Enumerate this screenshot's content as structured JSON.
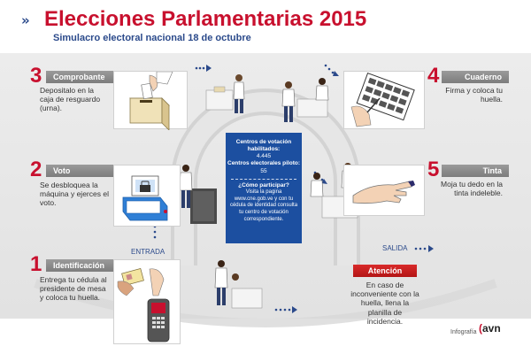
{
  "header": {
    "title": "Elecciones Parlamentarias 2015",
    "subtitle": "Simulacro electoral nacional 18 de octubre",
    "chevron": "»"
  },
  "steps": [
    {
      "number": "1",
      "label": "Identificación",
      "description": "Entrega tu cédula al presidente de mesa y coloca tu huella.",
      "icon": "id-card-fingerprint-icon"
    },
    {
      "number": "2",
      "label": "Voto",
      "description": "Se desbloquea la máquina y ejerces el voto.",
      "icon": "voting-machine-icon"
    },
    {
      "number": "3",
      "label": "Comprobante",
      "description": "Depositalo en la caja de resguardo (urna).",
      "icon": "ballot-box-icon"
    },
    {
      "number": "4",
      "label": "Cuaderno",
      "description": "Firma y coloca tu huella.",
      "icon": "notebook-signature-icon"
    },
    {
      "number": "5",
      "label": "Tinta",
      "description": "Moja tu dedo en la tinta indeleble.",
      "icon": "ink-finger-icon"
    }
  ],
  "attention": {
    "label": "Atención",
    "description": "En caso de inconveniente con la huella, llena la planilla de incidencia."
  },
  "info": {
    "centers_label": "Centros de votación habilitados:",
    "centers_value": "4.445",
    "pilot_label": "Centros electorales piloto:",
    "pilot_value": "55",
    "question": "¿Cómo participar?",
    "instructions": "Visita la pagina www.cne.gob.ve y con tu cédula de identidad consulta tu centro de votación correspondiente."
  },
  "path_labels": {
    "entrada": "ENTRADA",
    "salida": "SALIDA"
  },
  "credit": {
    "text": "Infografía",
    "logo": "avn"
  },
  "colors": {
    "title_red": "#c8102e",
    "subtitle_blue": "#2b4a8b",
    "info_box_blue": "#1c4fa0",
    "label_gray": "#8a8a8a",
    "attention_red": "#c81e1e",
    "path_gray": "#cfcfcf"
  }
}
